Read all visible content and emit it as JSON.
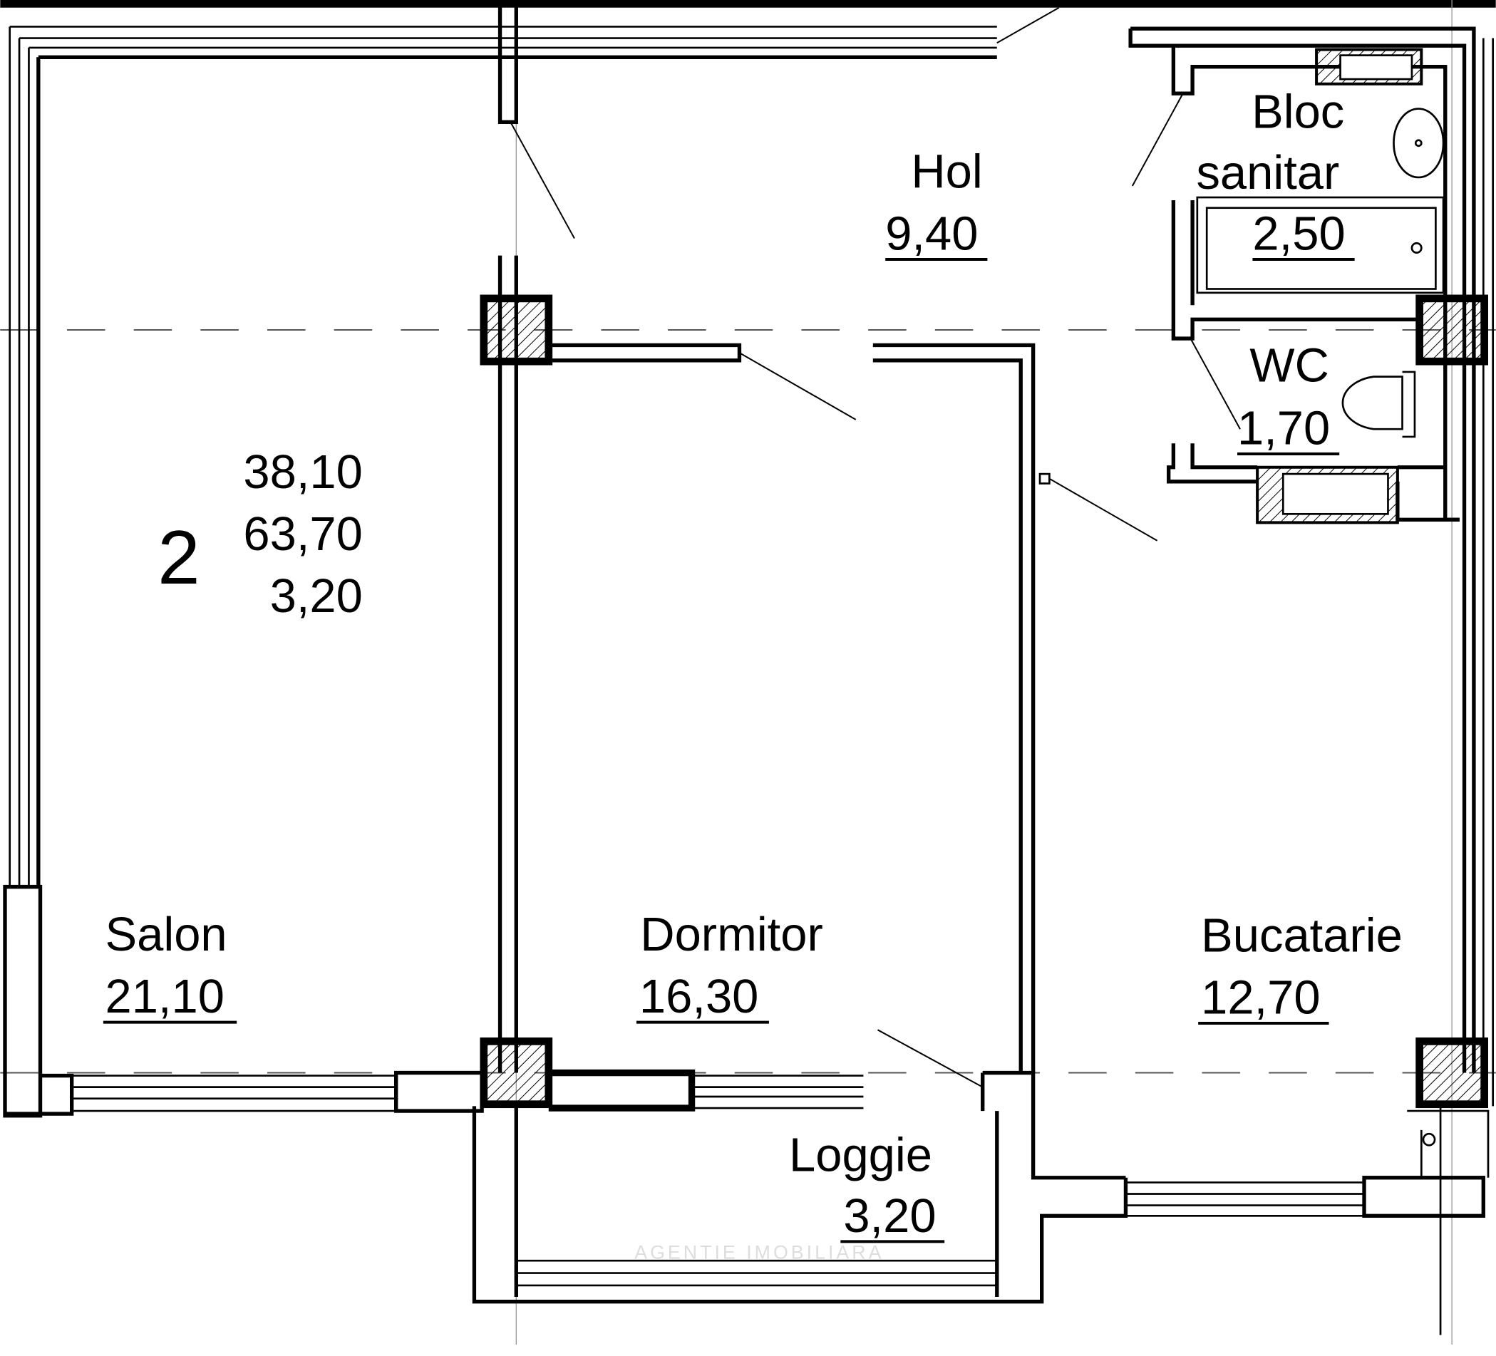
{
  "apartment": {
    "rooms_count": "2",
    "living_area": "38,10",
    "total_area": "63,70",
    "loggie_area": "3,20"
  },
  "rooms": [
    {
      "name": "Hol",
      "area": "9,40"
    },
    {
      "name": "Bloc",
      "name2": "sanitar",
      "area": "2,50"
    },
    {
      "name": "WC",
      "area": "1,70"
    },
    {
      "name": "Salon",
      "area": "21,10"
    },
    {
      "name": "Dormitor",
      "area": "16,30"
    },
    {
      "name": "Bucatarie",
      "area": "12,70"
    },
    {
      "name": "Loggie",
      "area": "3,20"
    }
  ],
  "watermark": "AGENTIE IMOBILIARA",
  "colors": {
    "wall": "#000000",
    "hatch": "#000000",
    "background": "#ffffff"
  }
}
